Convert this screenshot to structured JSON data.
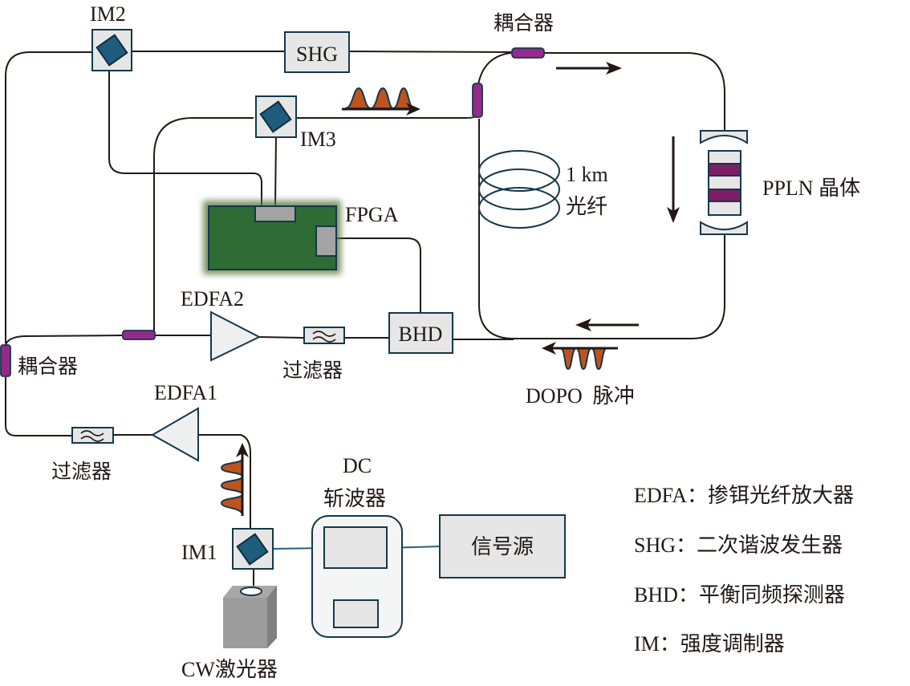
{
  "figure": {
    "title": "DOPO coherent Ising machine optical setup",
    "components": {
      "im1": {
        "label": "IM1"
      },
      "im2": {
        "label": "IM2"
      },
      "im3": {
        "label": "IM3"
      },
      "shg": {
        "label": "SHG"
      },
      "fpga": {
        "label": "FPGA"
      },
      "bhd": {
        "label": "BHD"
      },
      "edfa1": {
        "label": "EDFA1"
      },
      "edfa2": {
        "label": "EDFA2"
      },
      "coupler_top": {
        "label": "耦合器"
      },
      "coupler_left": {
        "label": "耦合器"
      },
      "filter_edfa2": {
        "label": "过滤器"
      },
      "filter_edfa1": {
        "label": "过滤器"
      },
      "fiber_spool": {
        "length": "1 km",
        "label": "光纤"
      },
      "ppln": {
        "label": "PPLN 晶体"
      },
      "dopo_pulses": {
        "label": "DOPO  脉冲"
      },
      "dc_chopper": {
        "line1": "DC",
        "line2": "斩波器"
      },
      "signal_source": {
        "label": "信号源"
      },
      "cw_laser": {
        "label": "CW激光器"
      }
    },
    "legend": [
      {
        "abbr": "EDFA：",
        "meaning": "掺铒光纤放大器"
      },
      {
        "abbr": "SHG：",
        "meaning": "二次谐波发生器"
      },
      {
        "abbr": "BHD：",
        "meaning": "平衡同频探测器"
      },
      {
        "abbr": "IM：",
        "meaning": "强度调制器"
      }
    ],
    "colors": {
      "fiber": "#231815",
      "electrical": "#2b5f7f",
      "coupler": "#962a8c",
      "modulator": "#1f5c7e",
      "pulse": "#bf5320",
      "fpga_board": "#2e6b35",
      "ppln_domain": "#7a1f66"
    }
  }
}
